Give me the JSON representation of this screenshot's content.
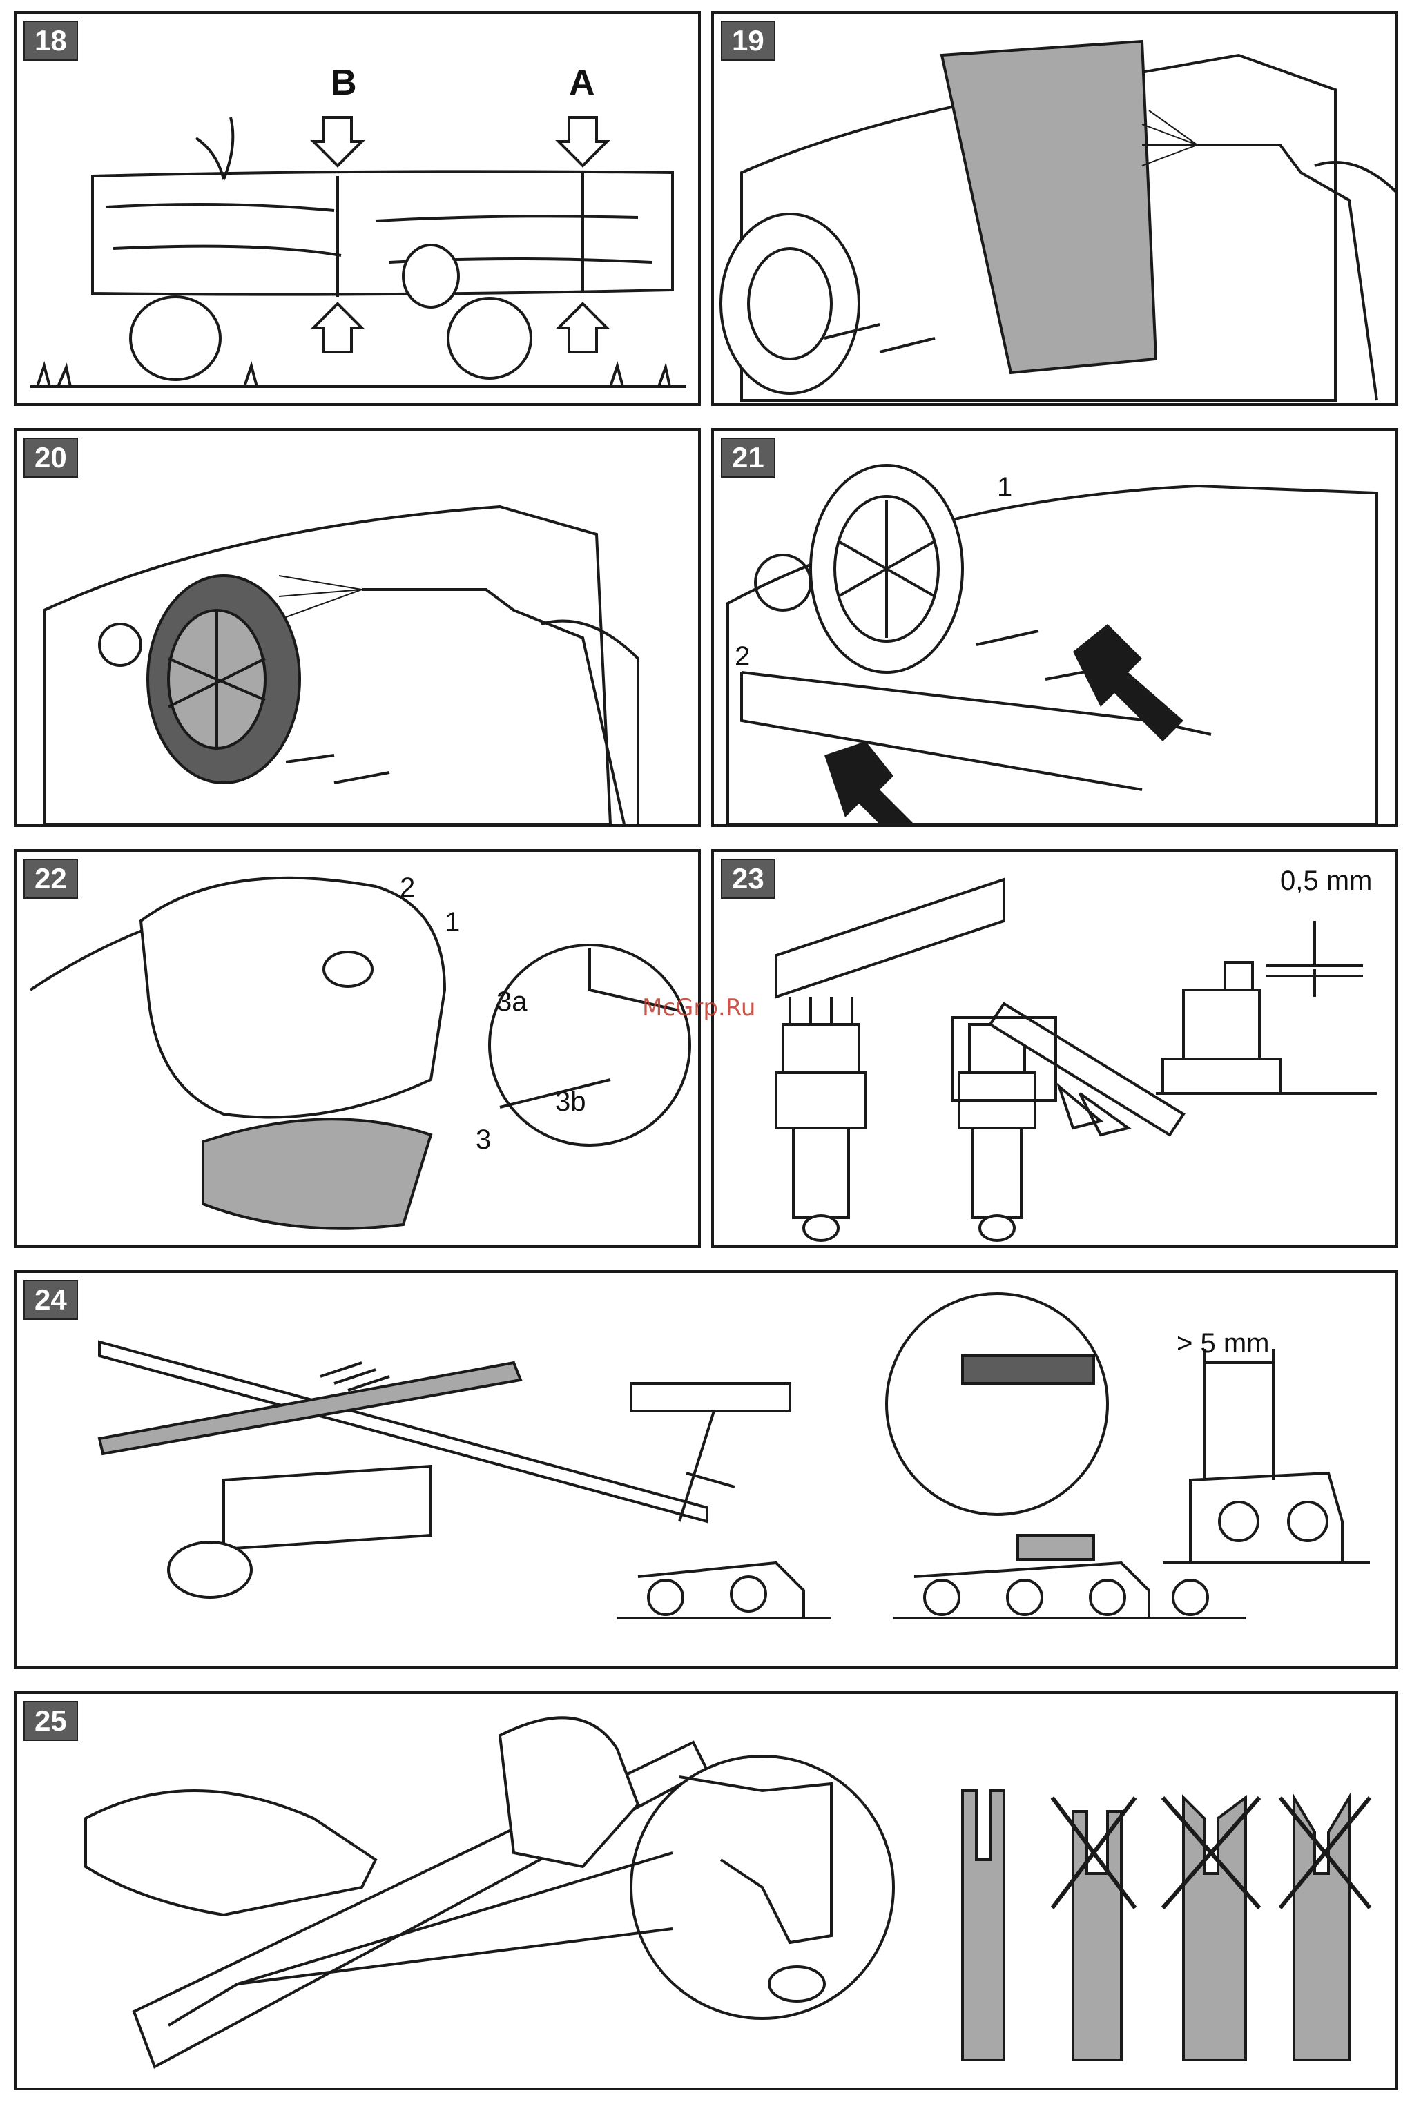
{
  "watermark": "McGrp.Ru",
  "colors": {
    "line": "#1a1a1a",
    "fill_gray": "#a8a8a8",
    "dark_gray": "#5c5c5c",
    "watermark": "#c0392b"
  },
  "panels": [
    {
      "number": "18",
      "labels": [
        "B",
        "A"
      ]
    },
    {
      "number": "19",
      "labels": []
    },
    {
      "number": "20",
      "labels": []
    },
    {
      "number": "21",
      "labels": [
        "1",
        "2"
      ]
    },
    {
      "number": "22",
      "labels": [
        "2",
        "1",
        "3a",
        "3b",
        "3"
      ]
    },
    {
      "number": "23",
      "labels": [
        "0,5 mm"
      ]
    },
    {
      "number": "24",
      "labels": [
        "> 5 mm"
      ]
    },
    {
      "number": "25",
      "labels": []
    }
  ]
}
